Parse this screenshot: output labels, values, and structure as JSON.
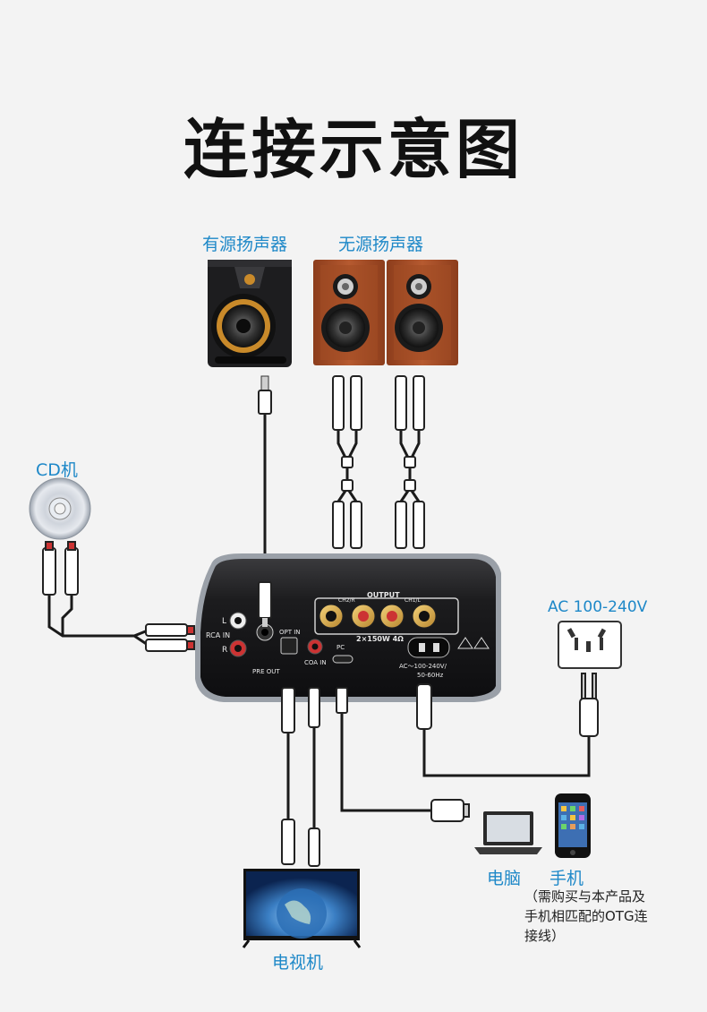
{
  "title": "连接示意图",
  "labels": {
    "active_speaker": "有源扬声器",
    "passive_speaker": "无源扬声器",
    "cd": "CD机",
    "ac": "AC 100-240V",
    "computer": "电脑",
    "phone": "手机",
    "note": "（需购买与本产品及\n手机相匹配的OTG连\n接线）",
    "tv": "电视机"
  },
  "device": {
    "output": "OUTPUT",
    "ch2": "CH2/R",
    "ch1": "CH1/L",
    "power_spec": "2×150W 4Ω",
    "l": "L",
    "rca_in": "RCA IN",
    "r": "R",
    "opt_in": "OPT IN",
    "pre_out": "PRE OUT",
    "coa_in": "COA IN",
    "pc": "PC",
    "ac_spec1": "AC～100-240V/",
    "ac_spec2": "50-60Hz"
  },
  "colors": {
    "label_blue": "#1e88c8",
    "wood": "#a8502a",
    "device_body": "#1c1c1e"
  }
}
